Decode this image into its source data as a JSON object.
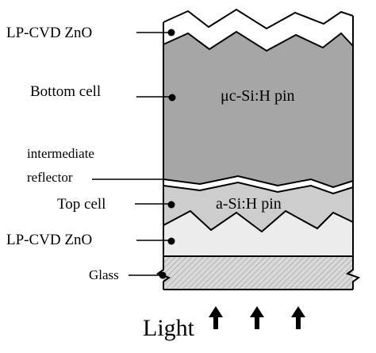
{
  "diagram": {
    "labels": {
      "lpcvd_zno_top": "LP-CVD ZnO",
      "bottom_cell": "Bottom cell",
      "intermediate_line1": "intermediate",
      "intermediate_line2": "reflector",
      "top_cell": "Top cell",
      "lpcvd_zno_bottom": "LP-CVD ZnO",
      "glass": "Glass"
    },
    "layer_text": {
      "bottom_cell": "μc-Si:H pin",
      "top_cell": "a-Si:H pin"
    },
    "light_label": "Light",
    "arrow_count": 3,
    "colors": {
      "zno": "#ffffff",
      "bottom_cell": "#a6a6a6",
      "top_cell": "#cdcdcd",
      "zno_front": "#ececec",
      "glass": "#d9d9d9",
      "glass_hatch": "#9a9a9a"
    }
  }
}
